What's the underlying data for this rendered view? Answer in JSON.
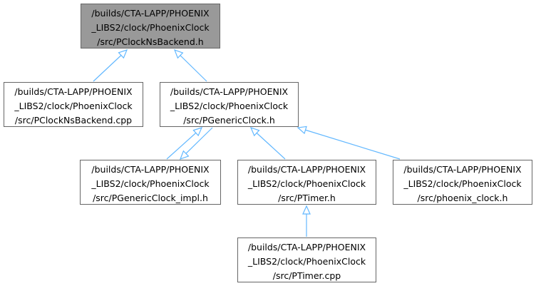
{
  "colors": {
    "edge": "#63b8ff",
    "root_fill": "#999999",
    "node_border": "#666666"
  },
  "nodes": {
    "root": {
      "lines": [
        "/builds/CTA-LAPP/PHOENIX",
        "_LIBS2/clock/PhoenixClock",
        "/src/PClockNsBackend.h"
      ]
    },
    "backend_cpp": {
      "lines": [
        "/builds/CTA-LAPP/PHOENIX",
        "_LIBS2/clock/PhoenixClock",
        "/src/PClockNsBackend.cpp"
      ]
    },
    "generic_h": {
      "lines": [
        "/builds/CTA-LAPP/PHOENIX",
        "_LIBS2/clock/PhoenixClock",
        "/src/PGenericClock.h"
      ]
    },
    "generic_impl": {
      "lines": [
        "/builds/CTA-LAPP/PHOENIX",
        "_LIBS2/clock/PhoenixClock",
        "/src/PGenericClock_impl.h"
      ]
    },
    "timer_h": {
      "lines": [
        "/builds/CTA-LAPP/PHOENIX",
        "_LIBS2/clock/PhoenixClock",
        "/src/PTimer.h"
      ]
    },
    "phoenix_clock_h": {
      "lines": [
        "/builds/CTA-LAPP/PHOENIX",
        "_LIBS2/clock/PhoenixClock",
        "/src/phoenix_clock.h"
      ]
    },
    "timer_cpp": {
      "lines": [
        "/builds/CTA-LAPP/PHOENIX",
        "_LIBS2/clock/PhoenixClock",
        "/src/PTimer.cpp"
      ]
    }
  },
  "edges": [
    {
      "from": "backend_cpp",
      "to": "root"
    },
    {
      "from": "generic_h",
      "to": "root"
    },
    {
      "from": "generic_impl",
      "to": "generic_h"
    },
    {
      "from": "generic_h",
      "to": "generic_impl"
    },
    {
      "from": "timer_h",
      "to": "generic_h"
    },
    {
      "from": "phoenix_clock_h",
      "to": "generic_h"
    },
    {
      "from": "timer_cpp",
      "to": "timer_h"
    }
  ]
}
